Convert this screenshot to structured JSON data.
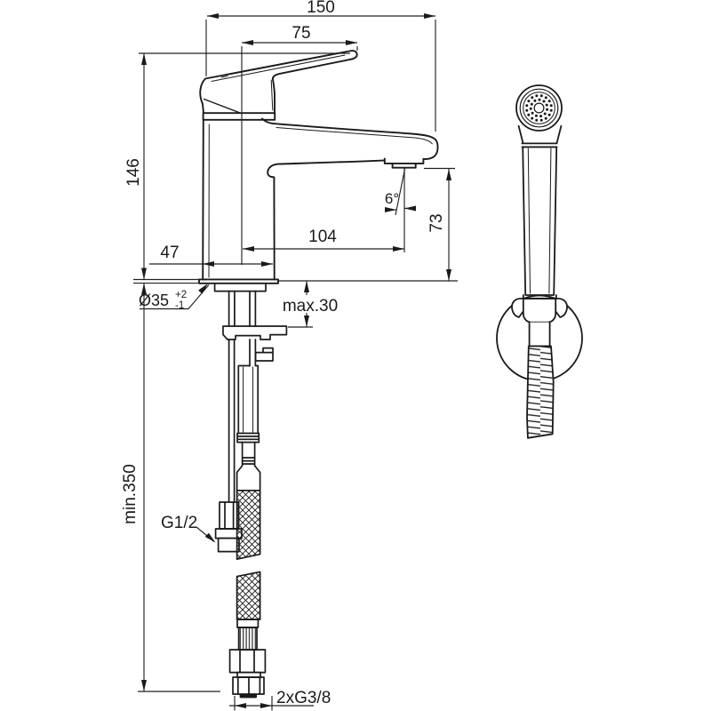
{
  "drawing": {
    "subject": "basin-mixer-faucet-with-hand-shower-dimensional-drawing",
    "style": {
      "line_color": "#1a1a1a",
      "background": "#ffffff"
    }
  },
  "labels": {
    "overall_width": "150",
    "handle_offset": "75",
    "body_height": "146",
    "body_depth": "47",
    "spout_reach": "104",
    "outlet_height": "73",
    "outlet_angle": "6°",
    "hole_diameter": "Ø35",
    "hole_tol_plus": "+2",
    "hole_tol_minus": "-1",
    "deck_max": "max.30",
    "hose_min_length": "min.350",
    "shower_hose_thread": "G1/2",
    "supply_thread": "2xG3/8"
  }
}
